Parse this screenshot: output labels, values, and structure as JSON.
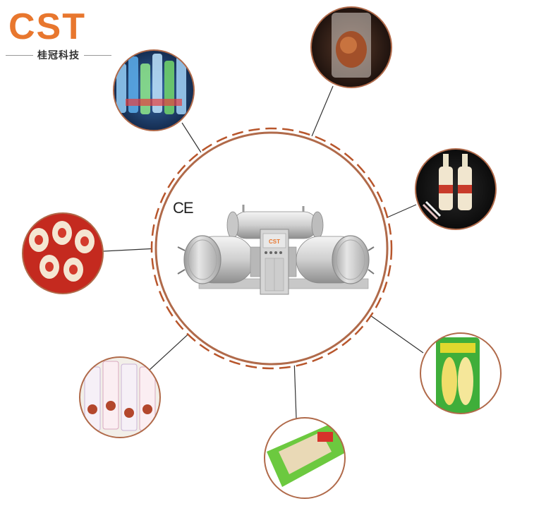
{
  "brand": {
    "logo_text": "CST",
    "logo_subtitle": "桂冠科技"
  },
  "mark": {
    "ce": "CE"
  },
  "products": [
    {
      "name": "bottled-drinks"
    },
    {
      "name": "vacuum-packed-meat"
    },
    {
      "name": "glass-bottle-milk-drink"
    },
    {
      "name": "vacuum-packed-corn"
    },
    {
      "name": "vacuum-packed-chicken-feet"
    },
    {
      "name": "packaged-snacks"
    },
    {
      "name": "packaged-eggs"
    }
  ],
  "colors": {
    "ring": "#b06a4a",
    "dashed": "#b8562c",
    "logo": "#e8772e"
  }
}
